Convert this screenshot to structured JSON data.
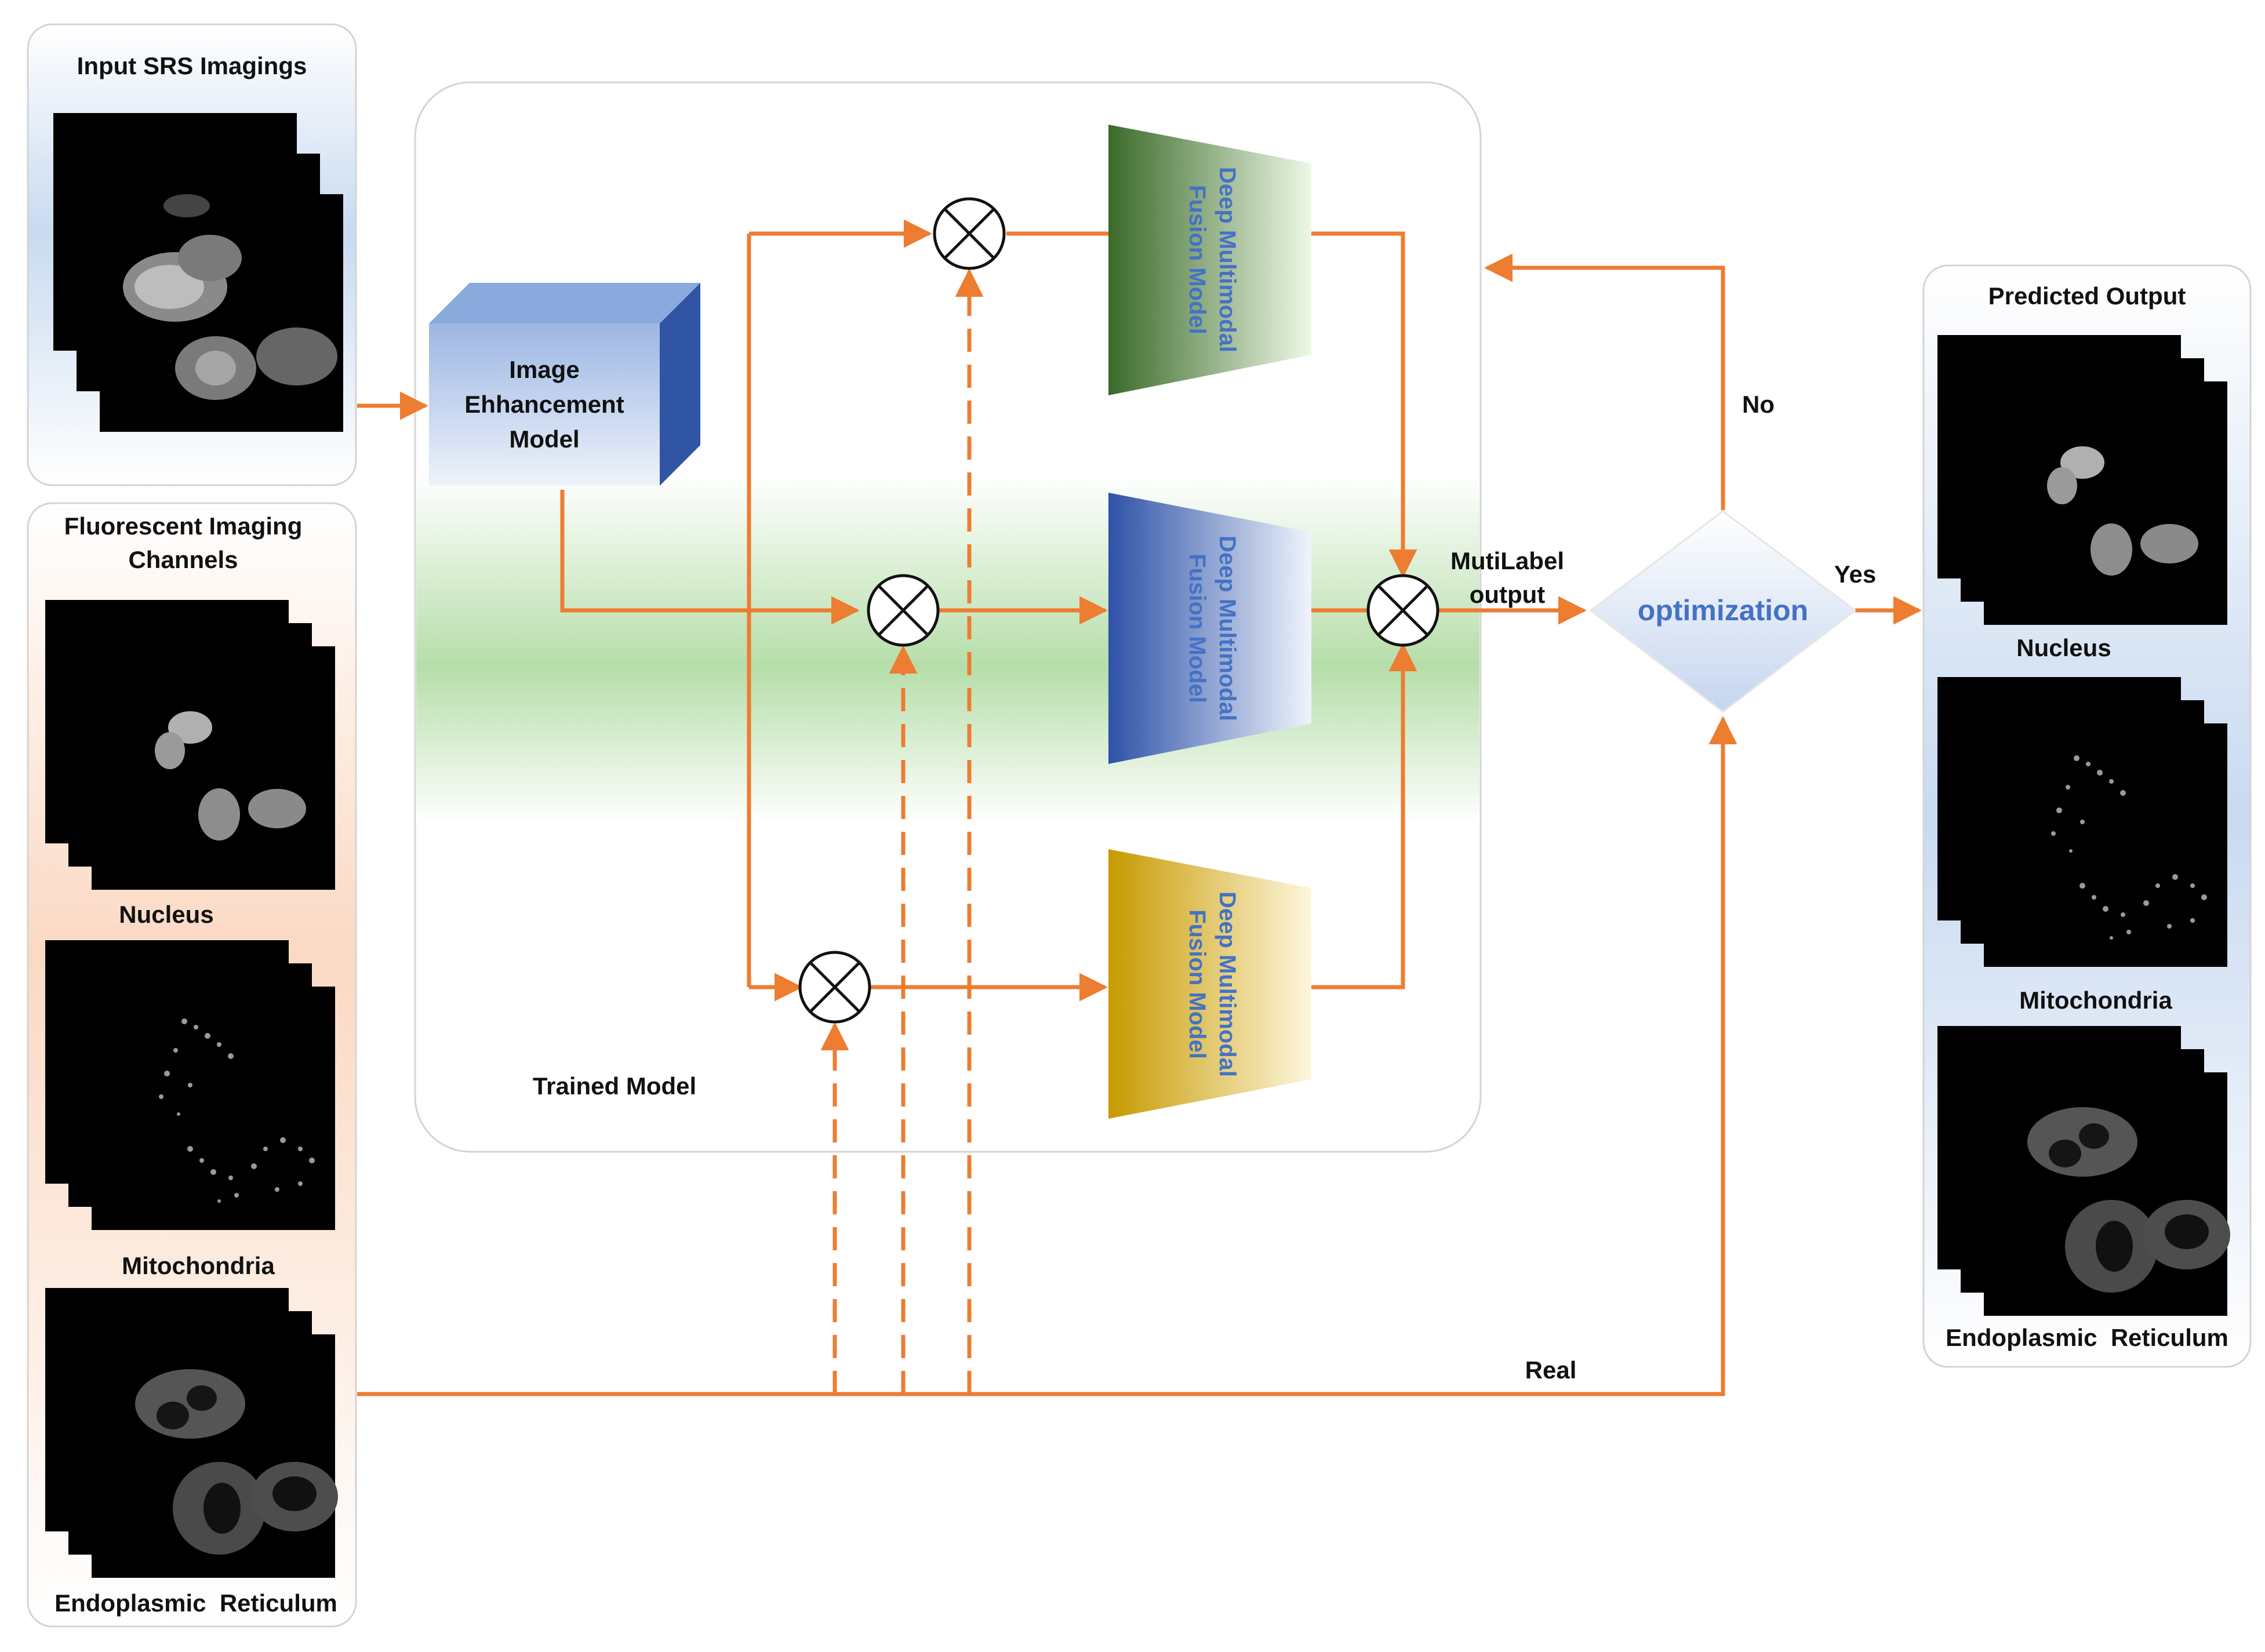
{
  "colors": {
    "arrow": "#ed7d31",
    "label_blue": "#4472c4",
    "panel_border": "#d0d0d0",
    "green_band": "#8fcf7a",
    "cube_front": "#a8bfe6",
    "cube_side": "#2f55a4",
    "cube_top": "#8aa9dc",
    "trap_green_dark": "#3a6a2a",
    "trap_blue_dark": "#2e52a8",
    "trap_gold_dark": "#c79a00"
  },
  "input_panel": {
    "title": "Input SRS Imagings"
  },
  "fluor_panel": {
    "title_line1": "Fluorescent Imaging",
    "title_line2": "Channels",
    "channels": [
      {
        "label": "Nucleus",
        "image": "nucleus-stack"
      },
      {
        "label": "Mitochondria",
        "image": "mitochondria-stack"
      },
      {
        "label": "Endoplasmic  Reticulum",
        "image": "er-stack"
      }
    ]
  },
  "trained_model": {
    "label": "Trained Model",
    "enhancement": {
      "line1": "Image",
      "line2": "Ehhancement",
      "line3": "Model"
    },
    "fusion_models": [
      {
        "line1": "Deep Multimodal",
        "line2": "Fusion Model",
        "color": "green"
      },
      {
        "line1": "Deep Multimodal",
        "line2": "Fusion Model",
        "color": "blue"
      },
      {
        "line1": "Deep Multimodal",
        "line2": "Fusion Model",
        "color": "gold"
      }
    ]
  },
  "multilabel": {
    "line1": "MutiLabel",
    "line2": "output"
  },
  "decision": {
    "label": "optimization",
    "yes": "Yes",
    "no": "No"
  },
  "real_label": "Real",
  "output_panel": {
    "title": "Predicted Output",
    "channels": [
      {
        "label": "Nucleus",
        "image": "nucleus-stack"
      },
      {
        "label": "Mitochondria",
        "image": "mitochondria-stack"
      },
      {
        "label": "Endoplasmic  Reticulum",
        "image": "er-stack"
      }
    ]
  }
}
